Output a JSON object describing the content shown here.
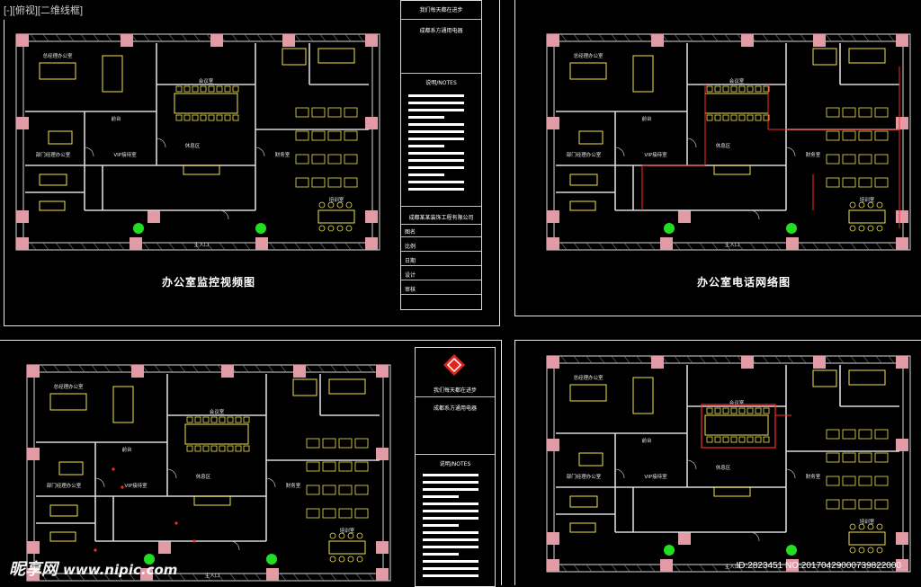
{
  "viewport": {
    "label": "[-][俯视][二维线框]"
  },
  "sheets": [
    {
      "id": "monitor",
      "title": "办公室监控视频图"
    },
    {
      "id": "phone",
      "title": "办公室电话网络图"
    },
    {
      "id": "lighting",
      "title": ""
    },
    {
      "id": "meeting",
      "title": ""
    }
  ],
  "title_block": {
    "slogan": "我们每天都在进步",
    "company": "成都系方通用电器",
    "notes_header": "说明/NOTES",
    "project": "成都某某装饰工程有限公司",
    "row_labels": [
      "图名",
      "比例",
      "日期",
      "设计",
      "审核"
    ]
  },
  "room_labels": {
    "ceo": "总经理办公室",
    "finance": "财务室",
    "meeting": "会议室",
    "reception": "前台",
    "vip": "VIP接待室",
    "manager": "部门经理办公室",
    "entrance": "主入口",
    "lounge": "休息区",
    "training": "培训室"
  },
  "colors": {
    "wall": "#d9d9d9",
    "furniture": "#f2e54b",
    "column": "#e29aa4",
    "cable": "#ff2a2a",
    "plant": "#22dd22"
  },
  "watermark": {
    "brand": "昵享网",
    "url": "www.nipic.com"
  },
  "image_id": "ID:2823451 NO:20170429000739822000"
}
